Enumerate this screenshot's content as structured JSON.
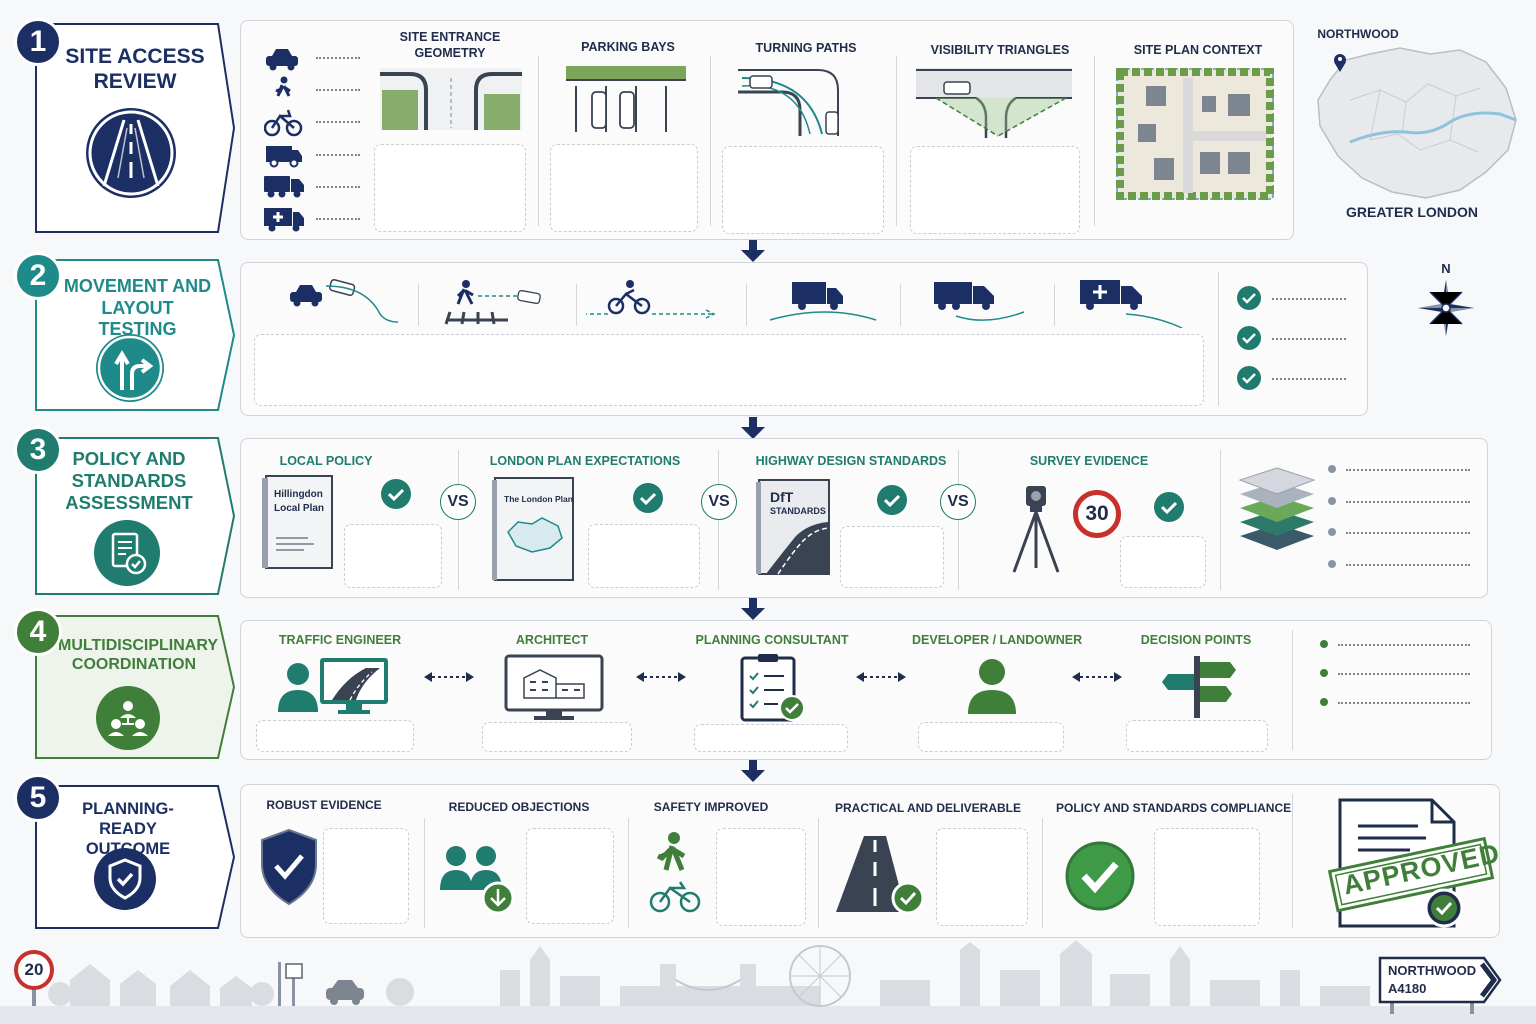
{
  "stages": [
    {
      "num": "1",
      "title": "Site Access Review",
      "color": "#1c2f64"
    },
    {
      "num": "2",
      "title": "Movement and Layout Testing",
      "color": "#1f8a8a"
    },
    {
      "num": "3",
      "title": "Policy and Standards Assessment",
      "color": "#1f7c6f"
    },
    {
      "num": "4",
      "title": "Multidisciplinary Coordination",
      "color": "#3f7f3a"
    },
    {
      "num": "5",
      "title": "Planning-Ready Outcome",
      "color": "#1c2f64"
    }
  ],
  "stage1": {
    "categories": [
      "Site Entrance Geometry",
      "Parking Bays",
      "Turning Paths",
      "Visibility Triangles",
      "Site Plan Context"
    ],
    "map_labels": {
      "top": "Northwood",
      "bottom": "Greater London"
    }
  },
  "stage2": {
    "compass": "N"
  },
  "stage3": {
    "categories": [
      "Local Policy",
      "London Plan Expectations",
      "Highway Design Standards",
      "Survey Evidence"
    ],
    "vs": "VS",
    "books": {
      "local": "Hillingdon Local Plan",
      "london": "The London Plan",
      "dft_title": "DfT",
      "dft_sub": "Standards"
    },
    "speed_limit": "30"
  },
  "stage4": {
    "roles": [
      "Traffic Engineer",
      "Architect",
      "Planning Consultant",
      "Developer / Landowner",
      "Decision Points"
    ]
  },
  "stage5": {
    "outcomes": [
      "Robust Evidence",
      "Reduced Objections",
      "Safety Improved",
      "Practical and Deliverable",
      "Policy and Standards Compliance"
    ],
    "stamp": "Approved"
  },
  "footer": {
    "speed_sign": "20",
    "road_sign_line1": "Northwood",
    "road_sign_line2": "A4180"
  },
  "colors": {
    "navy": "#1c2f64",
    "teal": "#1f8a8a",
    "green": "#3f7f3a",
    "dark_teal": "#1f7c6f"
  }
}
